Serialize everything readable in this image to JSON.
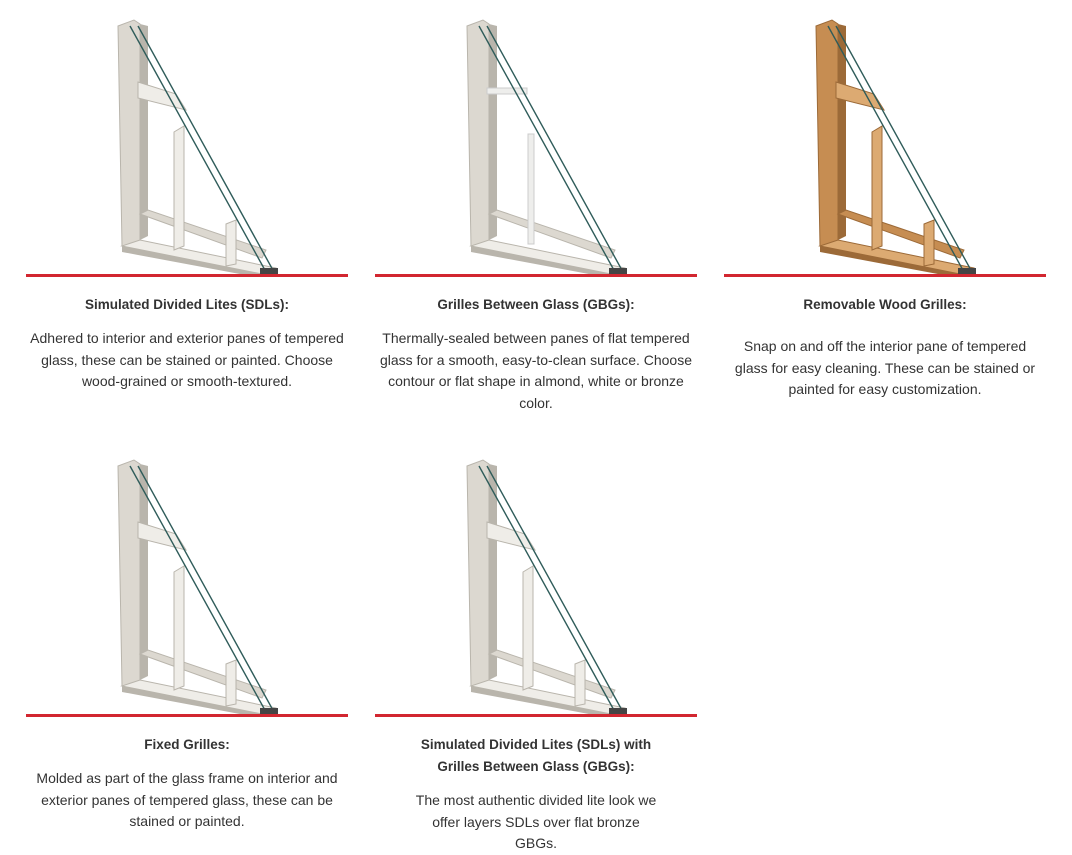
{
  "colors": {
    "accent": "#d22630",
    "text": "#333333",
    "almond": "#dcd8d0",
    "wood": "#c68d52"
  },
  "cards": [
    {
      "title": "Simulated Divided Lites (SDLs):",
      "description": "Adhered to interior and exterior panes of tempered glass, these can be stained or painted. Choose wood-grained or smooth-textured.",
      "finish": "almond",
      "grille": "sdl"
    },
    {
      "title": "Grilles Between Glass (GBGs):",
      "description": "Thermally-sealed between panes of flat tempered glass for a smooth, easy-to-clean surface. Choose contour or flat shape in almond, white or bronze color.",
      "finish": "almond",
      "grille": "gbg"
    },
    {
      "title": "Removable Wood Grilles:",
      "description": "Snap on and off the interior pane of tempered glass for easy cleaning. These can be stained or painted for easy customization.",
      "finish": "wood",
      "grille": "sdl"
    },
    {
      "title": "Fixed Grilles:",
      "description": "Molded as part of the glass frame on interior and exterior panes of tempered glass, these can be stained or painted.",
      "finish": "almond",
      "grille": "sdl"
    },
    {
      "title": "Simulated Divided Lites (SDLs) with Grilles Between Glass (GBGs):",
      "description": "The most authentic divided lite look we offer layers SDLs over flat bronze GBGs.",
      "finish": "almond",
      "grille": "sdl"
    }
  ]
}
